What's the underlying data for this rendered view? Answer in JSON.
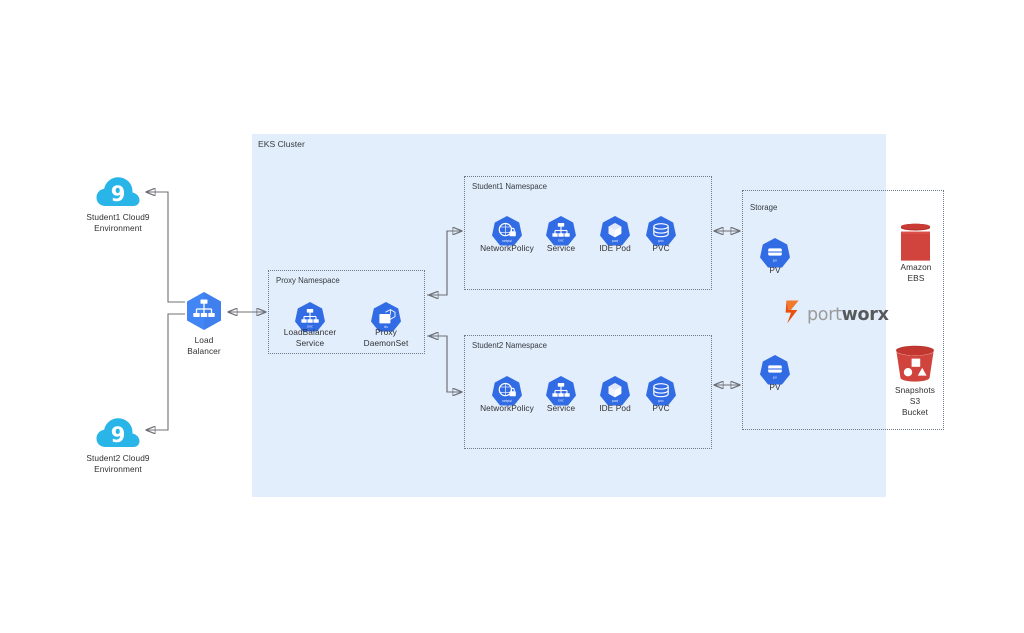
{
  "diagram": {
    "title": "EKS Cluster Cloud9 IDE Architecture",
    "cluster": {
      "label": "EKS Cluster",
      "fill": "#e3eefc"
    }
  },
  "colors": {
    "k8s_blue": "#326ce5",
    "cloud9_cyan": "#29b5e8",
    "lb_blue": "#4285f4",
    "aws_red": "#c9302c",
    "portworx_orange": "#e8500e",
    "dash_gray": "#6b7b8c",
    "arrow_gray": "#6e7075"
  },
  "external": {
    "student1": {
      "label": "Student1 Cloud9\nEnvironment",
      "icon": "cloud9-icon"
    },
    "student2": {
      "label": "Student2 Cloud9\nEnvironment",
      "icon": "cloud9-icon"
    },
    "load_balancer": {
      "label": "Load\nBalancer",
      "icon": "load-balancer-icon"
    }
  },
  "proxy_namespace": {
    "title": "Proxy Namespace",
    "items": [
      {
        "label": "LoadBalancer\nService",
        "icon": "k8s-service-icon",
        "tag": "svc"
      },
      {
        "label": "Proxy\nDaemonSet",
        "icon": "k8s-daemonset-icon",
        "tag": "ds"
      }
    ]
  },
  "namespaces": [
    {
      "title": "Student1 Namespace",
      "items": [
        {
          "label": "NetworkPolicy",
          "icon": "k8s-networkpolicy-icon",
          "tag": "netpol"
        },
        {
          "label": "Service",
          "icon": "k8s-service-icon",
          "tag": "svc"
        },
        {
          "label": "IDE Pod",
          "icon": "k8s-pod-icon",
          "tag": "pod"
        },
        {
          "label": "PVC",
          "icon": "k8s-pvc-icon",
          "tag": "pvc"
        }
      ]
    },
    {
      "title": "Student2 Namespace",
      "items": [
        {
          "label": "NetworkPolicy",
          "icon": "k8s-networkpolicy-icon",
          "tag": "netpol"
        },
        {
          "label": "Service",
          "icon": "k8s-service-icon",
          "tag": "svc"
        },
        {
          "label": "IDE Pod",
          "icon": "k8s-pod-icon",
          "tag": "pod"
        },
        {
          "label": "PVC",
          "icon": "k8s-pvc-icon",
          "tag": "pvc"
        }
      ]
    }
  ],
  "storage": {
    "title": "Storage",
    "volumes": [
      {
        "label": "PV",
        "icon": "k8s-pv-icon",
        "tag": "pv"
      },
      {
        "label": "PV",
        "icon": "k8s-pv-icon",
        "tag": "pv"
      }
    ],
    "vendor": {
      "name_light": "port",
      "name_bold": "worx",
      "icon": "portworx-logo-icon"
    },
    "aws": [
      {
        "label": "Amazon\nEBS",
        "icon": "amazon-ebs-icon"
      },
      {
        "label": "Snapshots\nS3\nBucket",
        "icon": "amazon-s3-bucket-icon"
      }
    ]
  }
}
